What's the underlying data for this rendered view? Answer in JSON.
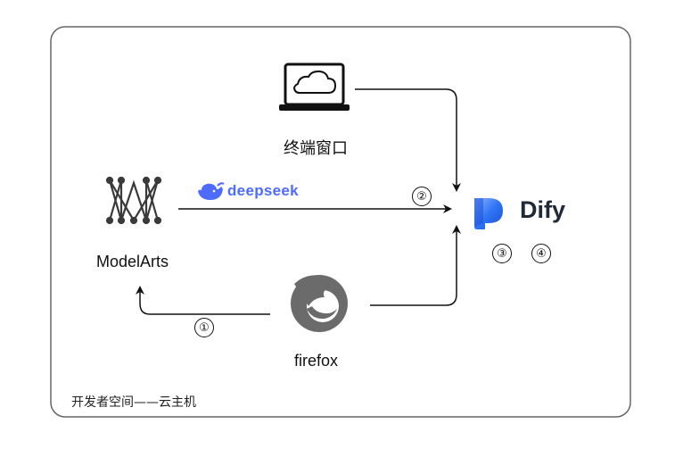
{
  "nodes": {
    "terminal": {
      "label": "终端窗口",
      "icon": "laptop-cloud-icon"
    },
    "modelarts": {
      "label": "ModelArts",
      "icon": "modelarts-logo-icon"
    },
    "firefox": {
      "label": "firefox",
      "icon": "firefox-logo-icon"
    },
    "dify": {
      "label": "Dify",
      "icon": "dify-logo-icon"
    }
  },
  "edges": {
    "modelarts_to_dify": {
      "label": "deepseek",
      "icon": "deepseek-whale-icon",
      "step": "②"
    },
    "firefox_to_modelarts": {
      "step": "①"
    }
  },
  "dify_steps": [
    "③",
    "④"
  ],
  "container": {
    "caption": "开发者空间——云主机"
  },
  "colors": {
    "border": "#666666",
    "stroke": "#111111",
    "deepseek": "#4d6bfe",
    "dify_blue": "#1e5fe0",
    "firefox_gray": "#6b6b6b"
  }
}
